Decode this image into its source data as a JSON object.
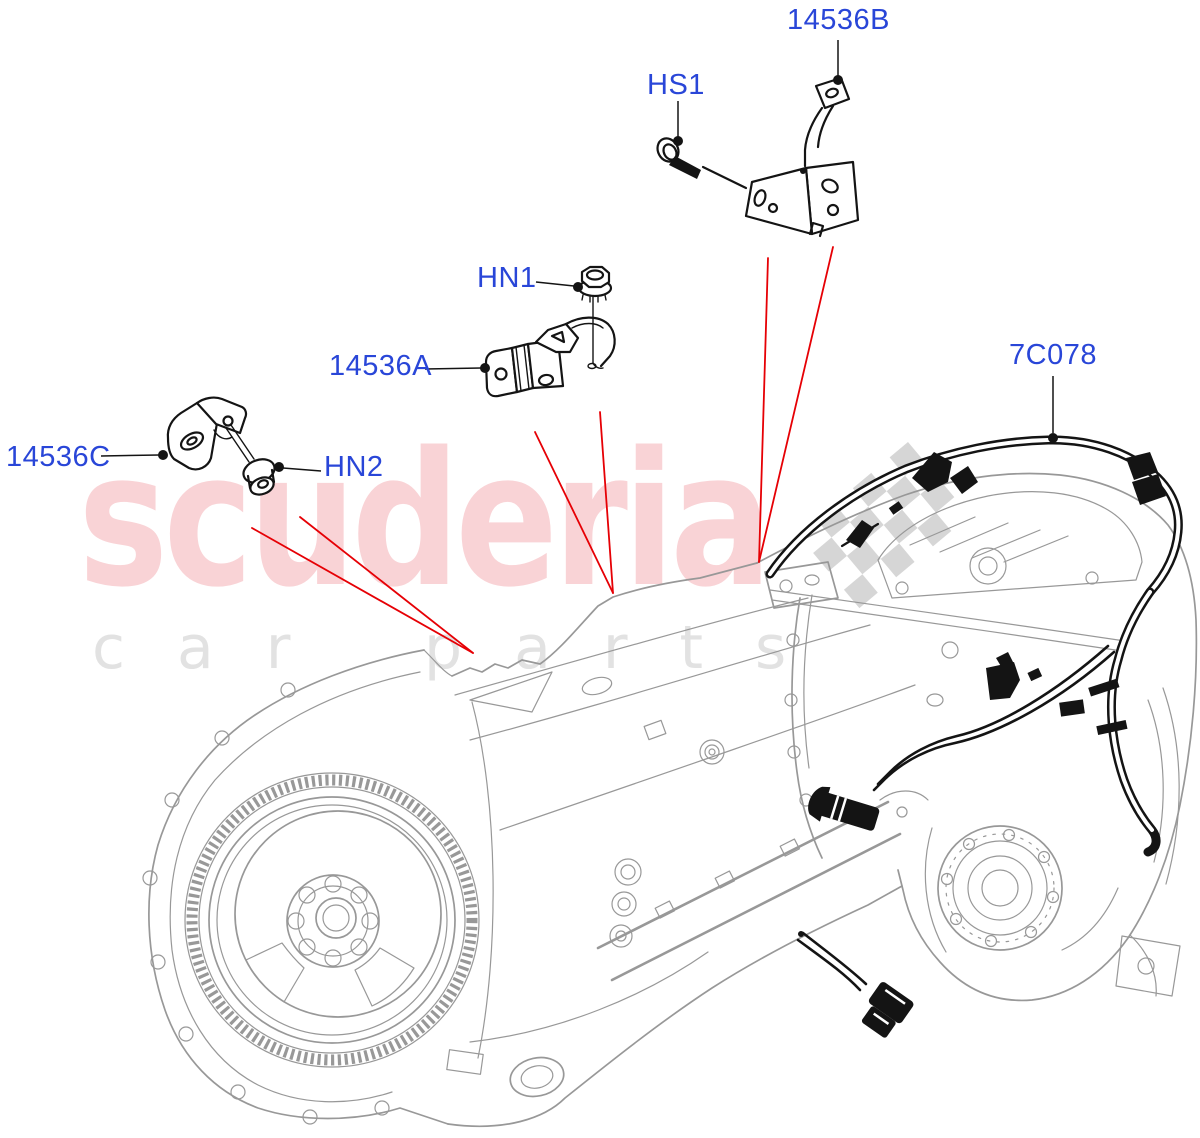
{
  "watermark": {
    "brand": "scuderia",
    "word1": "car",
    "word2": "parts"
  },
  "callouts": [
    {
      "id": "14536B",
      "label": "14536B"
    },
    {
      "id": "HS1",
      "label": "HS1"
    },
    {
      "id": "HN1",
      "label": "HN1"
    },
    {
      "id": "14536A",
      "label": "14536A"
    },
    {
      "id": "14536C",
      "label": "14536C"
    },
    {
      "id": "HN2",
      "label": "HN2"
    },
    {
      "id": "7C078",
      "label": "7C078"
    }
  ],
  "colors": {
    "blue": "#2946d8",
    "red": "#e60005",
    "pink": "#f9d3d6",
    "wm_gray": "#e2e2e2",
    "checker": "#d6d6d6",
    "gray": "#989898",
    "black": "#141414",
    "bg": "#ffffff"
  }
}
